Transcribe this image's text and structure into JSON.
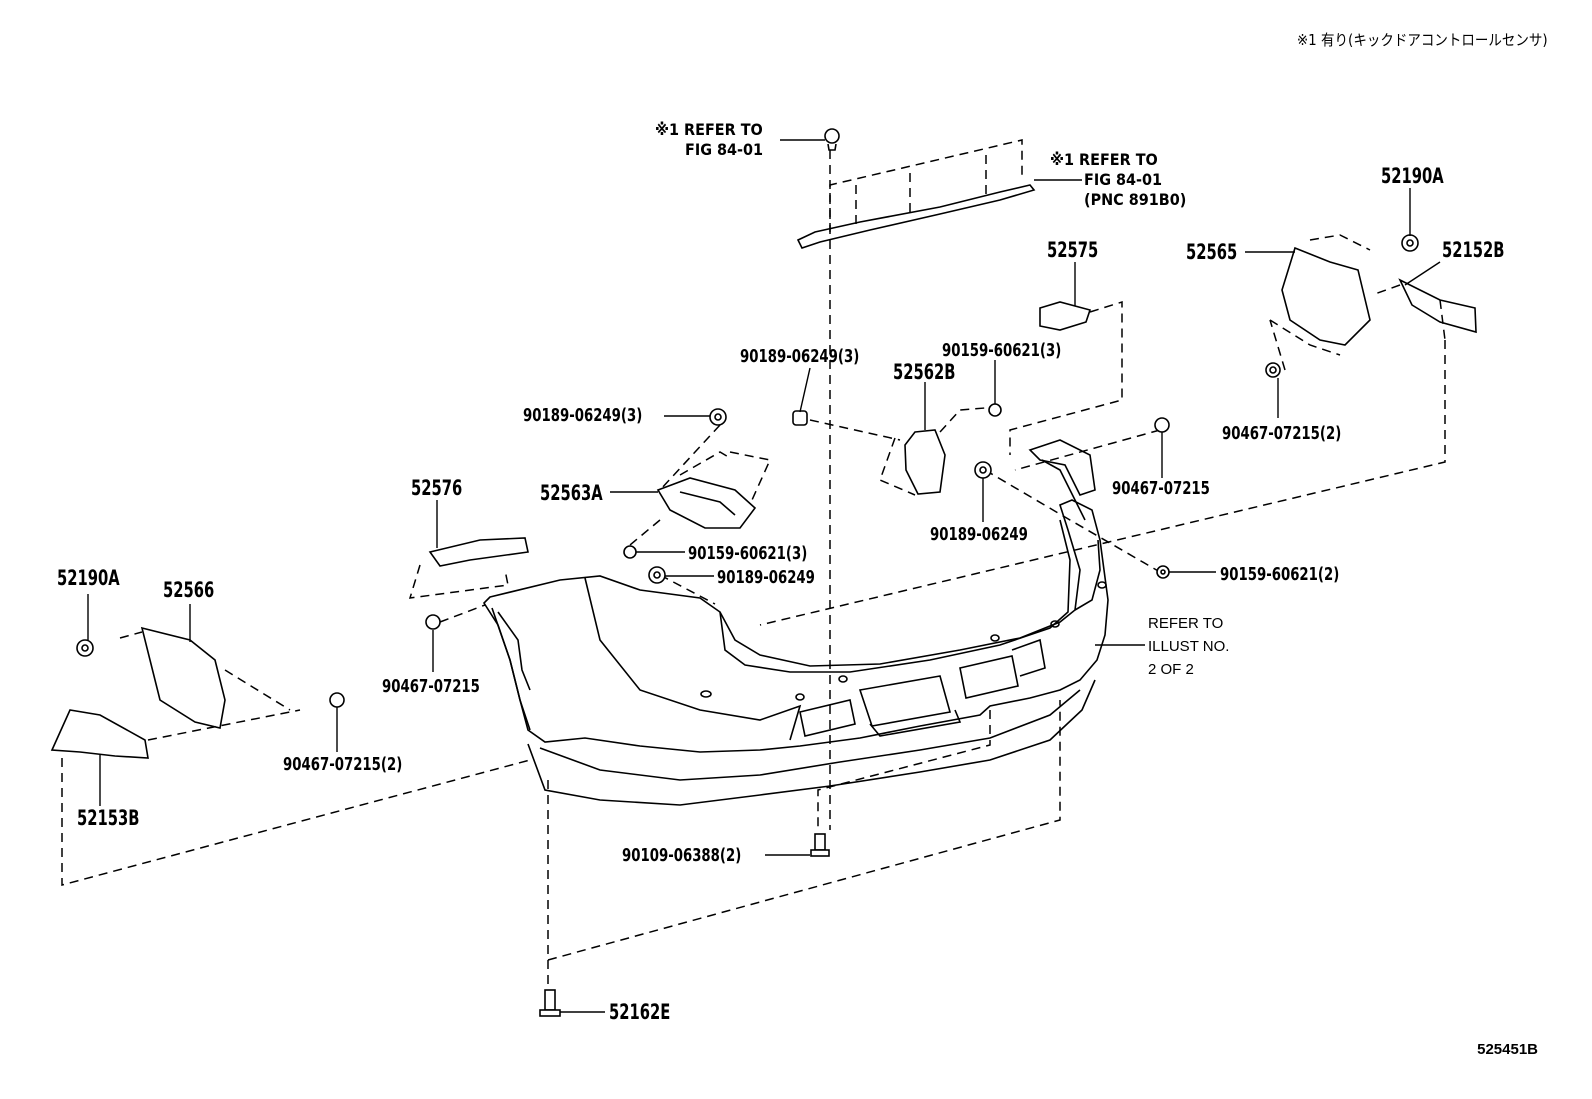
{
  "header_note": "※1 有り(キックドアコントロールセンサ)",
  "illustration_id": "525451B",
  "refs": {
    "top_left": {
      "line1": "※1 REFER TO",
      "line2": "FIG 84-01"
    },
    "top_right": {
      "line1": "※1 REFER TO",
      "line2": "FIG 84-01",
      "line3": "(PNC 891B0)"
    },
    "illust": {
      "line1": "REFER TO",
      "line2": "ILLUST NO.",
      "line3": "2 OF 2"
    }
  },
  "parts": {
    "p52190A_right": "52190A",
    "p52565": "52565",
    "p52152B": "52152B",
    "p52575": "52575",
    "p90467_07215_2_right": "90467-07215(2)",
    "p90189_06249_3_mid": "90189-06249(3)",
    "p90159_60621_3_top": "90159-60621(3)",
    "p52562B": "52562B",
    "p90189_06249_3_left": "90189-06249(3)",
    "p52563A": "52563A",
    "p52576": "52576",
    "p90467_07215_right": "90467-07215",
    "p90189_06249_mid": "90189-06249",
    "p90159_60621_3_left": "90159-60621(3)",
    "p90189_06249_lower": "90189-06249",
    "p90159_60621_2": "90159-60621(2)",
    "p52190A_left": "52190A",
    "p52566": "52566",
    "p90467_07215_left": "90467-07215",
    "p90467_07215_2_left": "90467-07215(2)",
    "p52153B": "52153B",
    "p90109_06388_2": "90109-06388(2)",
    "p52162E": "52162E"
  }
}
